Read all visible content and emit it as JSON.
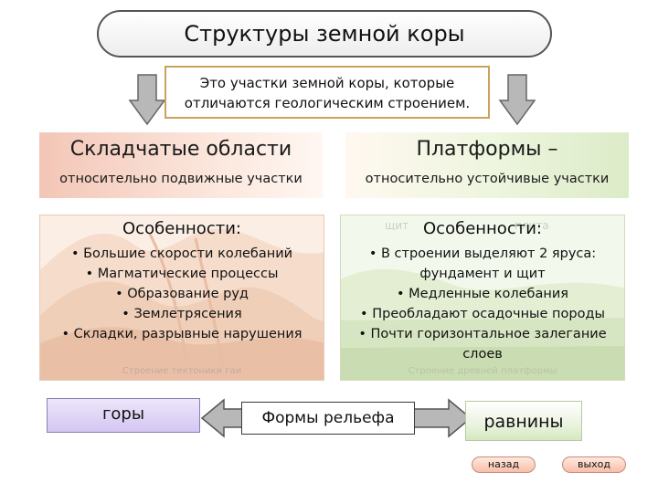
{
  "title": "Структуры земной коры",
  "definition": {
    "line1": "Это участки земной коры, которые",
    "line2": "отличаются геологическим строением."
  },
  "folded": {
    "title": "Складчатые области",
    "description": "относительно подвижные участки",
    "features_title": "Особенности:",
    "features": [
      "• Большие скорости колебаний",
      "• Магматические процессы",
      "• Образование руд",
      "• Землетрясения",
      "• Складки, разрывные нарушения"
    ],
    "image_caption": "Строение тектоники гаи"
  },
  "platforms": {
    "title": "Платформы –",
    "description": "относительно устойчивые участки",
    "features_title": "Особенности:",
    "features": [
      "• В строении выделяют 2 яруса:",
      "фундамент и щит",
      "• Медленные колебания",
      "• Преобладают осадочные породы",
      "• Почти горизонтальное залегание",
      "слоев"
    ],
    "image_label_left": "щит",
    "image_label_right": "плита",
    "image_caption": "Строение древней платформы"
  },
  "relief": {
    "mountains": "горы",
    "forms": "Формы рельефа",
    "plains": "равнины"
  },
  "nav": {
    "back": "назад",
    "exit": "выход"
  },
  "colors": {
    "folded_accent": "#f3c6b6",
    "platform_accent": "#dcebc8",
    "mountains_fill": "#d4c6f2",
    "arrow_fill": "#b8b8b8"
  }
}
